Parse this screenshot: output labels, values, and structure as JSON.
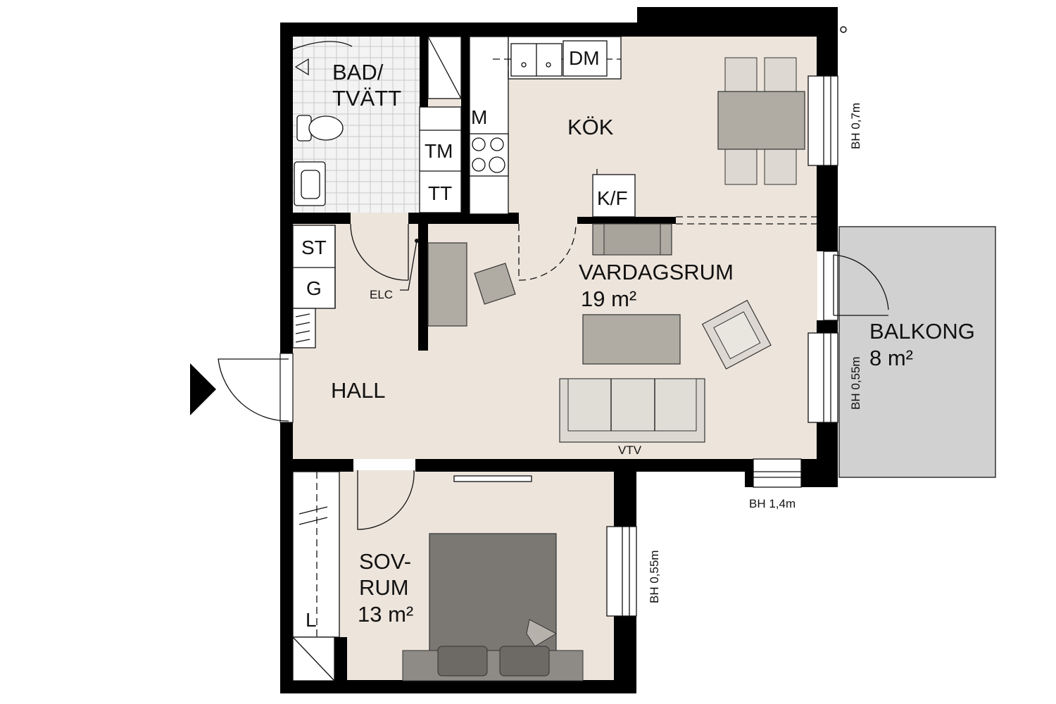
{
  "colors": {
    "floor": "#ede4db",
    "tile": "#f2f2f2",
    "balcony": "#d1d1d1",
    "wall": "#000000",
    "furniture": "#b0aca3",
    "bed": "#7b7874"
  },
  "rooms": {
    "bath_line1": "BAD/",
    "bath_line2": "TVÄTT",
    "kitchen": "KÖK",
    "living": "VARDAGSRUM",
    "living_area": "19 m²",
    "hall": "HALL",
    "bedroom_line1": "SOV-",
    "bedroom_line2": "RUM",
    "bedroom_area": "13 m²",
    "balcony": "BALKONG",
    "balcony_area": "8 m²"
  },
  "appliances": {
    "dishwasher": "DM",
    "microwave": "M",
    "washer": "TM",
    "dryer": "TT",
    "fridge_freezer": "K/F",
    "storage": "ST",
    "wardrobe": "G",
    "linen": "L",
    "electric": "ELC",
    "water_heater": "VTV"
  },
  "window_heights": {
    "kitchen": "BH 0,7m",
    "living_right": "BH 0,55m",
    "living_bottom": "BH 1,4m",
    "bedroom": "BH 0,55m"
  },
  "icons": [
    "entrance-arrow-icon",
    "toilet-icon",
    "sink-icon",
    "shower-icon",
    "stove-icon",
    "bed-icon",
    "sofa-icon",
    "armchair-icon",
    "dining-table-icon"
  ]
}
